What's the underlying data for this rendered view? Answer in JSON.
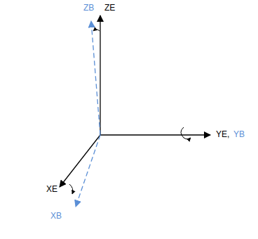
{
  "diagram": {
    "labels": [
      "ZB",
      "ZE",
      "YE,",
      "YB",
      "XE",
      "XB"
    ]
  }
}
